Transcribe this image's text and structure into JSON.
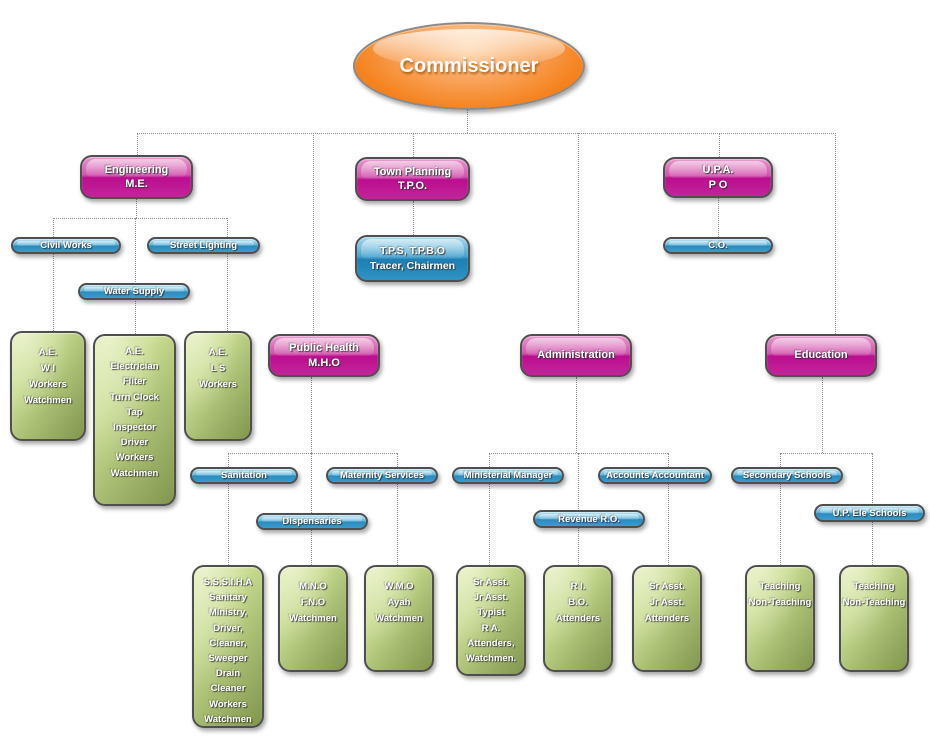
{
  "palette": {
    "orange": "#F5831F",
    "magenta": "#BB0E8F",
    "blue": "#2A8ABC",
    "green": "#A8BD72",
    "connector": "#8E8E8E"
  },
  "nodes": {
    "commissioner": {
      "label": "Commissioner"
    },
    "engineering": {
      "label": "Engineering\nM.E."
    },
    "town_planning": {
      "label": "Town Planning\nT.P.O."
    },
    "upa": {
      "label": "U.P.A.\nP O"
    },
    "civil_works": {
      "label": "Civil Works"
    },
    "street_lighting": {
      "label": "Street Lighting"
    },
    "water_supply": {
      "label": "Water Supply"
    },
    "tps": {
      "label": "T.P.S, T.P.B.O\nTracer, Chairmen"
    },
    "co": {
      "label": "C.O."
    },
    "ae_wi": {
      "label": "A.E.\nW I\nWorkers\nWatchmen"
    },
    "ae_electrician": {
      "label": "A.E.\nElectrician\nFliter\nTurn Clock\nTap\nInspector\nDriver\nWorkers\nWatchmen"
    },
    "ae_ls": {
      "label": "A.E.\nL S\nWorkers"
    },
    "public_health": {
      "label": "Public Health\nM.H.O"
    },
    "administration": {
      "label": "Administration"
    },
    "education": {
      "label": "Education"
    },
    "sanitation": {
      "label": "Sanitation"
    },
    "maternity_services": {
      "label": "Maternity Services"
    },
    "ministerial_manager": {
      "label": "Ministerial Manager"
    },
    "accounts_accountant": {
      "label": "Accounts Accountant"
    },
    "secondary_schools": {
      "label": "Secondary Schools"
    },
    "dispensaries": {
      "label": "Dispensaries"
    },
    "revenue_ro": {
      "label": "Revenue R.O."
    },
    "up_ele_schools": {
      "label": "U.P. Ele Schools"
    },
    "sssiha": {
      "label": "S.S.S.I.H.A\nSanitary\nMinistry,\nDriver,\nCleaner,\nSweeper\nDrain\nCleaner\nWorkers\nWatchmen"
    },
    "mno": {
      "label": "M.N.O\nF.N.O\nWatchmen"
    },
    "wmo": {
      "label": "W.M.O\nAyah\nWatchmen"
    },
    "sr_asst_typist": {
      "label": "Sr Asst.\nJr Asst.\nTypist\nR A.\nAttenders,\nWatchmen."
    },
    "ri_bo": {
      "label": "R I.\nB.O.\nAttenders"
    },
    "sr_asst": {
      "label": "Sr Asst.\nJr Asst.\nAttenders"
    },
    "teaching_secondary": {
      "label": "Teaching\nNon-Teaching"
    },
    "teaching_up_ele": {
      "label": "Teaching\nNon-Teaching"
    }
  }
}
